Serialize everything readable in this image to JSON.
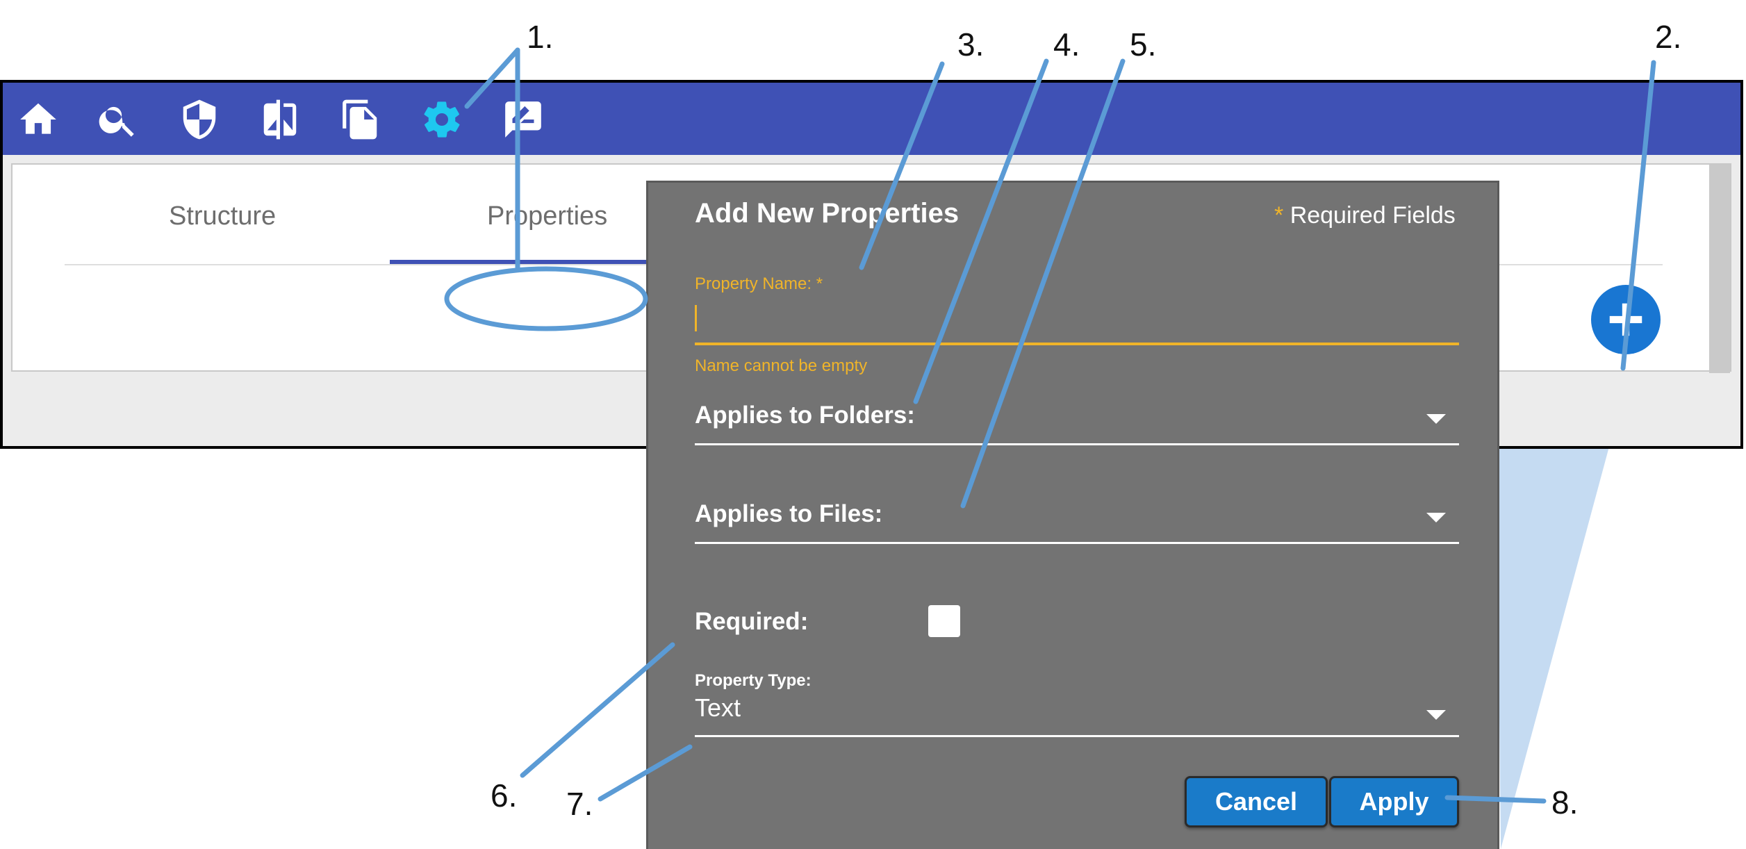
{
  "toolbar": {
    "icons": [
      "home-icon",
      "search-icon",
      "shield-icon",
      "compare-icon",
      "copy-icon",
      "gear-icon",
      "feedback-icon"
    ],
    "color": "#3f51b5",
    "active_icon_color": "#1ec8f0"
  },
  "tabs": [
    {
      "label": "Structure",
      "active": false
    },
    {
      "label": "Properties",
      "active": true
    }
  ],
  "dialog": {
    "title": "Add New Properties",
    "required_star": "*",
    "required_label": "Required Fields",
    "property_name_label": "Property Name: *",
    "property_name_value": "",
    "property_name_error": "Name cannot be empty",
    "folders_label": "Applies to Folders:",
    "files_label": "Applies to Files:",
    "required_checkbox_label": "Required:",
    "required_checked": false,
    "property_type_label": "Property Type:",
    "property_type_value": "Text",
    "cancel_label": "Cancel",
    "apply_label": "Apply",
    "accent_color": "#f0b429"
  },
  "callouts": {
    "c1": "1.",
    "c2": "2.",
    "c3": "3.",
    "c4": "4.",
    "c5": "5.",
    "c6": "6.",
    "c7": "7.",
    "c8": "8."
  },
  "callout_color": "#5b9bd5"
}
